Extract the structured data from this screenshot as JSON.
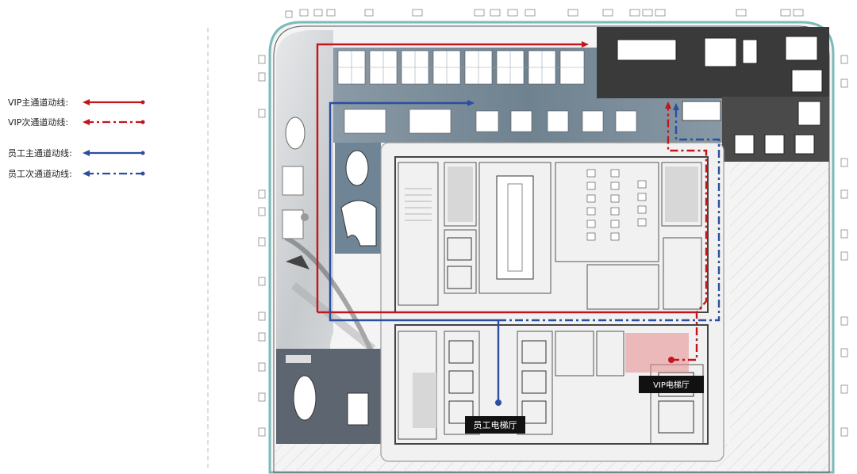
{
  "legend": {
    "items": [
      {
        "label": "VIP主通道动线:",
        "color": "#c3161c",
        "style": "solid",
        "marker": "arrow"
      },
      {
        "label": "VIP次通道动线:",
        "color": "#c3161c",
        "style": "dashdot",
        "marker": "arrow"
      },
      {
        "label": "员工主通道动线:",
        "color": "#2b4f9e",
        "style": "solid",
        "marker": "arrow"
      },
      {
        "label": "员工次通道动线:",
        "color": "#2b4f9e",
        "style": "dashdot",
        "marker": "arrow"
      }
    ]
  },
  "plan": {
    "labels": {
      "staff_elevator": "员工电梯厅",
      "vip_elevator": "VIP电梯厅"
    }
  },
  "colors": {
    "vip": "#c3161c",
    "staff": "#2b4f9e",
    "vip_highlight": "#e58a8a",
    "carpet": "#7a8c99",
    "stone": "#d8dadc",
    "dark_floor": "#2f2f2f"
  }
}
